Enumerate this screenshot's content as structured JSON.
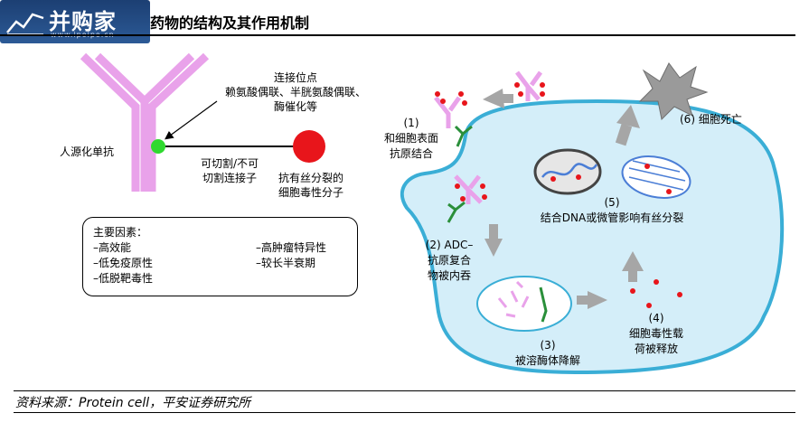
{
  "header": {
    "logo_text": "并购家",
    "logo_url": "www.ipoipo.cn",
    "title": "药物的结构及其作用机制"
  },
  "structure": {
    "antibody_label": "人源化单抗",
    "conjugation_title": "连接位点",
    "conjugation_detail_1": "赖氨酸偶联、半胱氨酸偶联、",
    "conjugation_detail_2": "酶催化等",
    "linker_1": "可切割/不可",
    "linker_2": "切割连接子",
    "payload_1": "抗有丝分裂的",
    "payload_2": "细胞毒性分子"
  },
  "factors": {
    "heading": "主要因素：",
    "items": [
      "–高效能",
      "–低免疫原性",
      "–低脱靶毒性",
      "–高肿瘤特异性",
      "–较长半衰期"
    ]
  },
  "mechanism": {
    "step1_num": "(1)",
    "step1_line1": "和细胞表面",
    "step1_line2": "抗原结合",
    "step2_line1": "(2) ADC–",
    "step2_line2": "抗原复合",
    "step2_line3": "物被内吞",
    "step3_num": "(3)",
    "step3_text": "被溶酶体降解",
    "step4_num": "(4)",
    "step4_line1": "细胞毒性载",
    "step4_line2": "荷被释放",
    "step5_num": "(5)",
    "step5_text": "结合DNA或微管影响有丝分裂",
    "step6_text": "(6) 细胞死亡"
  },
  "source": "资料来源：Protein cell，平安证券研究所",
  "colors": {
    "antibody": "#e9a2ea",
    "payload": "#e8151b",
    "conjugation_site": "#2fd92f",
    "cell_fill": "#d4eef9",
    "cell_border": "#3aaed6",
    "arrow": "#a6a6a6",
    "antigen": "#2a8f3a",
    "logo_bg": "#1c3f73"
  }
}
